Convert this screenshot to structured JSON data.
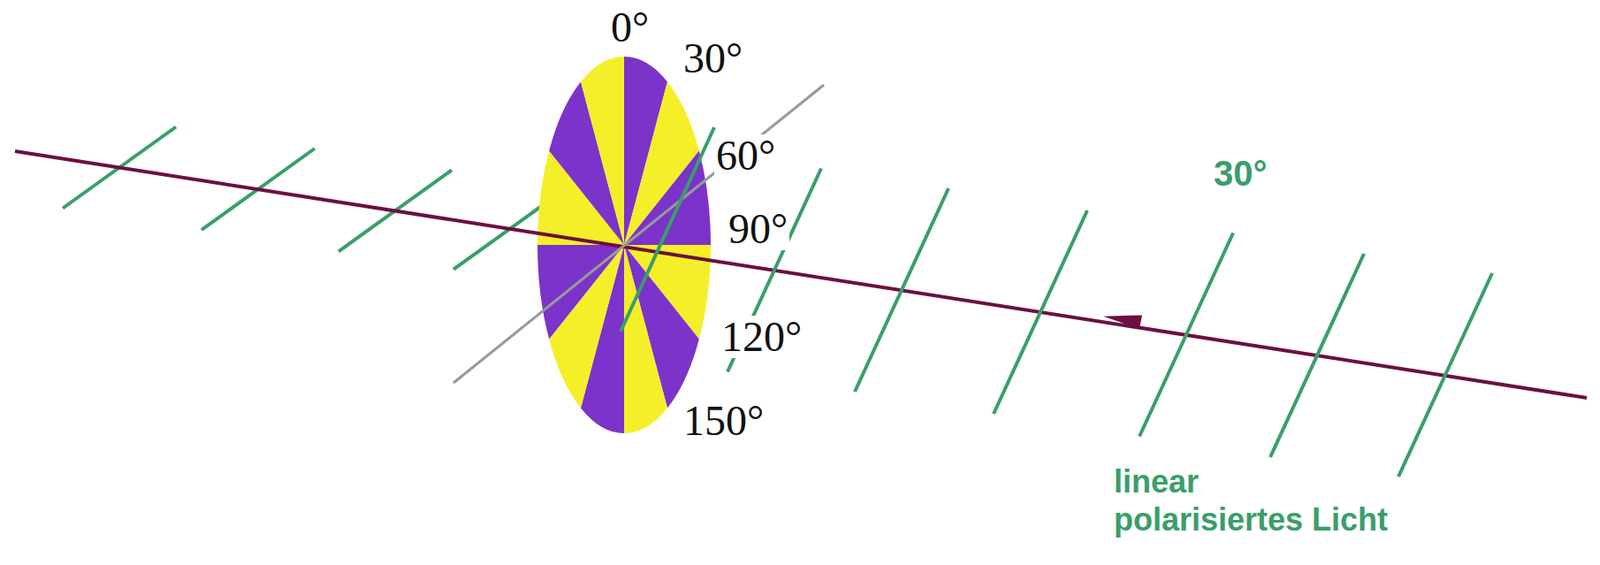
{
  "diagram": {
    "labels": [
      "0°",
      "30°",
      "60°",
      "90°",
      "120°",
      "150°",
      "30°",
      "linear polarisiertes Licht"
    ]
  }
}
